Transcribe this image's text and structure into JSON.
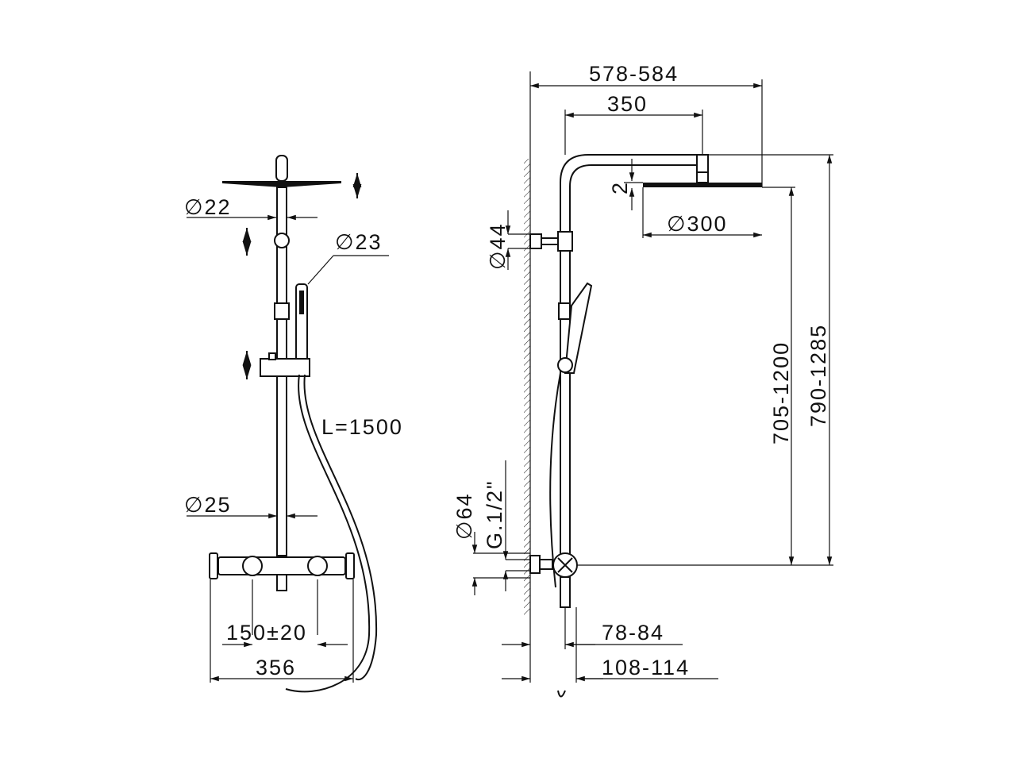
{
  "drawing": {
    "front_view": {
      "head_pipe_diameter": "∅22",
      "hand_shower_diameter": "∅23",
      "hose_length": "L=1500",
      "riser_diameter": "∅25",
      "inlet_centres": "150±20",
      "mixer_width": "356"
    },
    "side_view": {
      "overall_projection": "578-584",
      "arm_length": "350",
      "head_thickness": "2",
      "head_diameter": "∅300",
      "bracket_diameter": "∅44",
      "escutcheon_diameter": "∅64",
      "thread": "G.1/2\"",
      "head_height": "705-1200",
      "overall_height": "790-1285",
      "riser_offset": "78-84",
      "mixer_depth": "108-114"
    }
  }
}
